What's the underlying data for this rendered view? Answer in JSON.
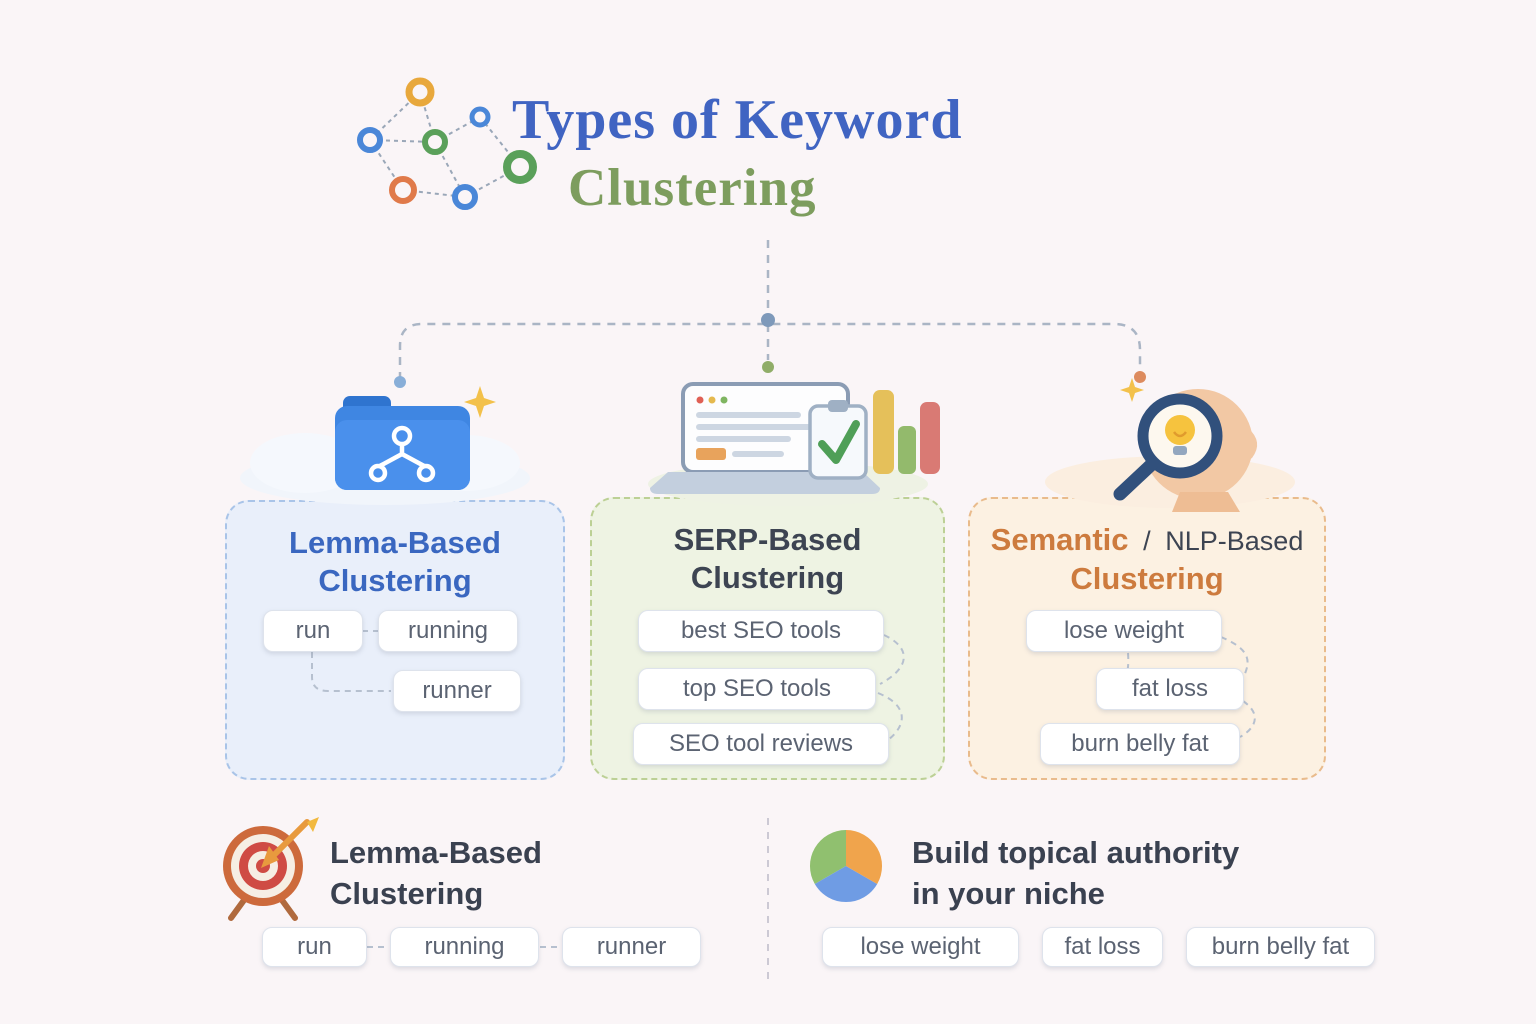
{
  "title": {
    "line1": "Types of Keyword",
    "line2": "Clustering"
  },
  "colors": {
    "title_blue": "#4064c2",
    "title_green": "#7d9d5e",
    "lemma_blue": "#3a67c0",
    "serp_dark": "#3d4452",
    "semantic_orange": "#cd7b3e",
    "card_lemma_bg": "#e9effa",
    "card_serp_bg": "#eef3e3",
    "card_semantic_bg": "#fcf1e2"
  },
  "icons": {
    "title": "network-cluster-icon",
    "lemma": "folder-tree-icon",
    "serp": "laptop-serp-results-icon",
    "semantic": "head-magnifier-lightbulb-icon",
    "bottom_left": "dartboard-arrow-icon",
    "bottom_right": "pie-chart-icon"
  },
  "cards": [
    {
      "title_line1": "Lemma-Based",
      "title_line2": "Clustering",
      "chips": [
        "run",
        "running",
        "runner"
      ]
    },
    {
      "title_line1": "SERP-Based",
      "title_line2": "Clustering",
      "chips": [
        "best SEO tools",
        "top SEO tools",
        "SEO tool reviews"
      ]
    },
    {
      "title_accent": "Semantic",
      "title_separator": "/",
      "title_rest": "NLP-Based",
      "title_line2": "Clustering",
      "chips": [
        "lose weight",
        "fat loss",
        "burn belly fat"
      ]
    }
  ],
  "bottom": {
    "left": {
      "title_line1": "Lemma-Based",
      "title_line2": "Clustering",
      "chips": [
        "run",
        "running",
        "runner"
      ]
    },
    "right": {
      "title_line1": "Build topical authority",
      "title_line2": "in your niche",
      "chips": [
        "lose weight",
        "fat loss",
        "burn belly fat"
      ]
    }
  }
}
